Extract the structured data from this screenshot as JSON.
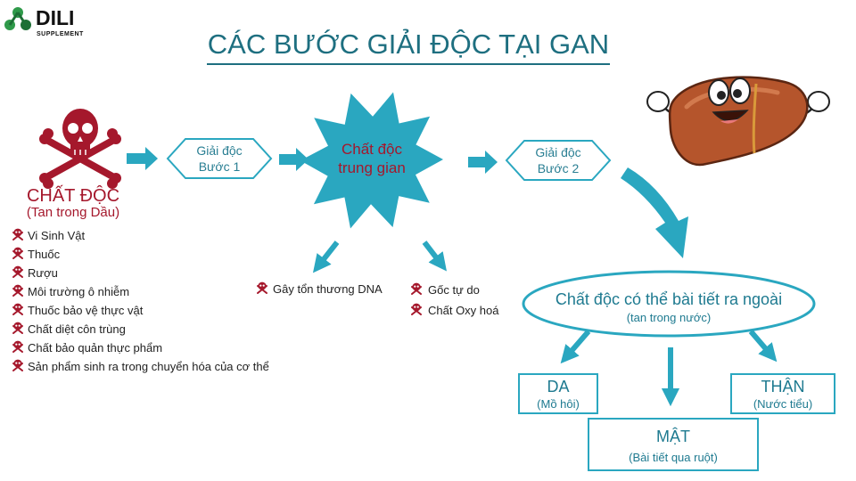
{
  "logo": {
    "name": "DILI",
    "tagline": "SUPPLEMENT"
  },
  "title": "CÁC BƯỚC GIẢI ĐỘC TẠI GAN",
  "toxin": {
    "label": "CHẤT ĐỘC",
    "sublabel": "(Tan trong Dầu)"
  },
  "toxin_sources": [
    "Vi Sinh Vật",
    "Thuốc",
    "Rượu",
    "Môi trường ô nhiễm",
    "Thuốc bảo vệ thực vật",
    "Chất diệt côn trùng",
    "Chất bảo quản thực phẩm",
    "Sản phẩm sinh ra trong chuyển hóa của cơ thể"
  ],
  "step1": {
    "line1": "Giải độc",
    "line2": "Bước 1"
  },
  "intermediate": {
    "line1": "Chất độc",
    "line2": "trung gian"
  },
  "step2": {
    "line1": "Giải độc",
    "line2": "Bước 2"
  },
  "dna_damage": "Gây tổn thương DNA",
  "radicals": [
    "Gốc tự do",
    "Chất Oxy hoá"
  ],
  "excretable": {
    "line1": "Chất độc có thể bài tiết ra ngoài",
    "line2": "(tan trong nước)"
  },
  "outputs": {
    "skin": {
      "label": "DA",
      "sub": "(Mồ hôi)"
    },
    "bile": {
      "label": "MẬT",
      "sub": "(Bài tiết qua ruột)"
    },
    "kidney": {
      "label": "THẬN",
      "sub": "(Nước tiểu)"
    }
  },
  "colors": {
    "teal": "#2aa7c0",
    "dark_red": "#a5182c",
    "title_teal": "#1e6f80",
    "liver": "#b5552c"
  },
  "icons": {
    "logo": "molecule-icon",
    "toxin": "skull-crossbones-icon",
    "bullet": "small-skull-icon",
    "mascot": "liver-mascot-icon"
  }
}
